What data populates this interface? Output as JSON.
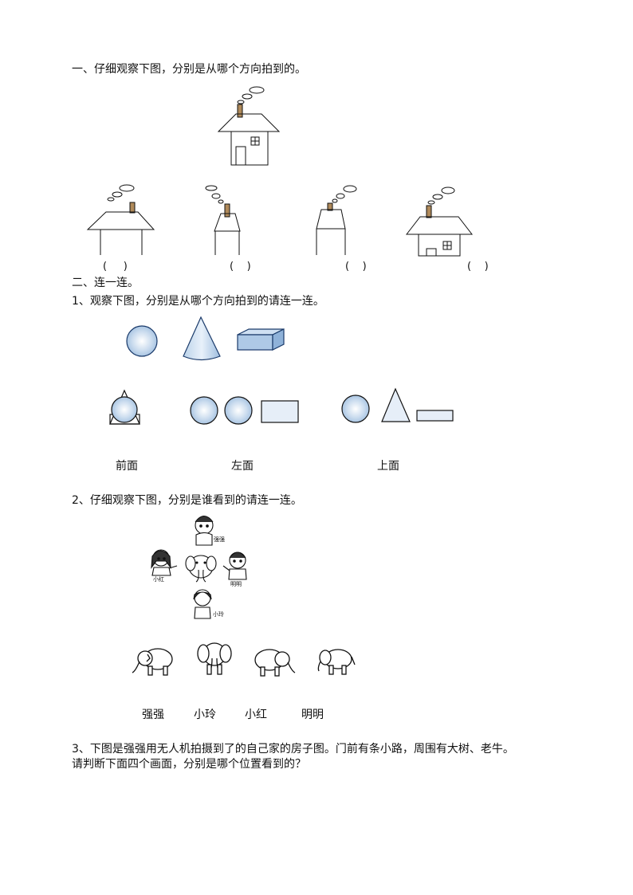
{
  "section1": {
    "heading": "一、仔细观察下图，分别是从哪个方向拍到的。",
    "answer_blanks": [
      "(     )",
      "(    )",
      "(    )",
      "(    )"
    ]
  },
  "section2": {
    "heading": "二、连一连。",
    "q1": {
      "prompt": "1、观察下图，分别是从哪个方向拍到的请连一连。",
      "view_labels": [
        "前面",
        "左面",
        "上面"
      ]
    },
    "q2": {
      "prompt": "2、仔细观察下图，分别是谁看到的请连一连。",
      "child_labels": [
        "强强",
        "小红",
        "明明",
        "小玲"
      ],
      "answer_labels": [
        "强强",
        "小玲",
        "小红",
        "明明"
      ]
    },
    "q3": {
      "line1": "3、下图是强强用无人机拍摄到了的自己家的房子图。门前有条小路，周围有大树、老牛。",
      "line2": "请判断下面四个画面，分别是哪个位置看到的？"
    }
  },
  "icons": [
    "house-icon",
    "sphere-icon",
    "cone-icon",
    "cuboid-icon",
    "child-icon",
    "elephant-icon"
  ]
}
